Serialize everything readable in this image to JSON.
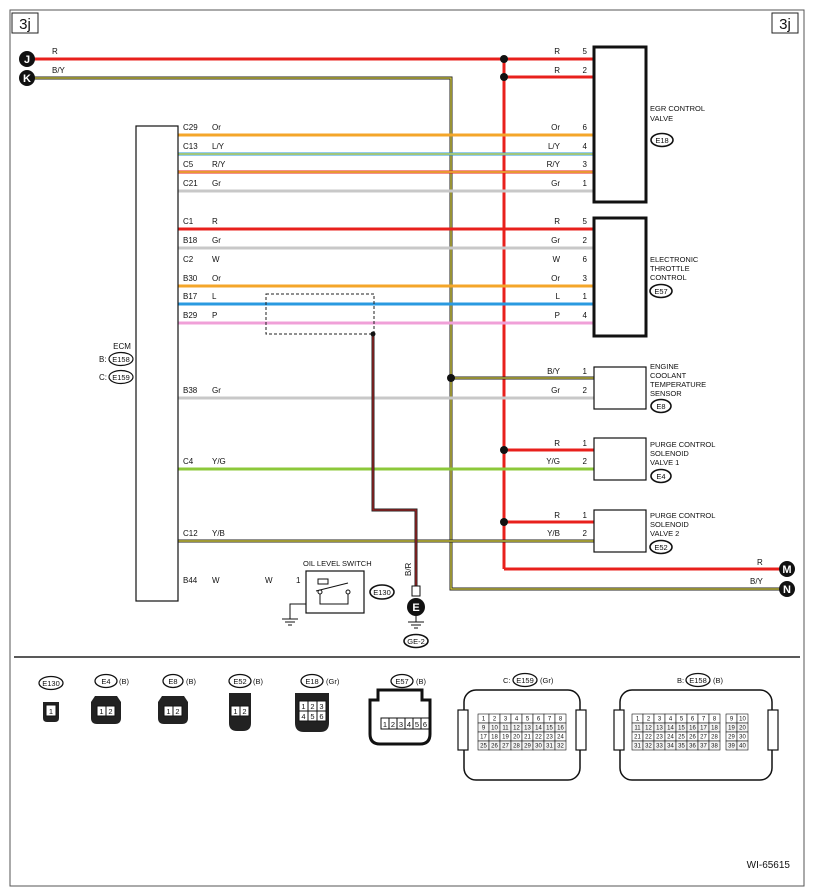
{
  "page_tag": "3j",
  "figure_id": "WI-65615",
  "colors": {
    "R": "#e8201c",
    "B/Y": "#d8d040",
    "Or": "#f4a62a",
    "L/Y": "#8fd0c8",
    "R/Y": "#f4a62a",
    "Gr": "#c8c8c8",
    "W": "#ffffff",
    "L": "#2a9ae0",
    "P": "#f0a0d8",
    "Y/G": "#8cc83a",
    "Y/B": "#e8e040",
    "B/R": "#a02020"
  },
  "connectors": {
    "J": "J",
    "K": "K",
    "M": "M",
    "N": "N",
    "J_wire": "R",
    "K_wire": "B/Y",
    "M_wire": "R",
    "N_wire": "B/Y"
  },
  "ecm": {
    "title": "ECM",
    "b_label": "B:",
    "b_conn": "E158",
    "c_label": "C:",
    "c_conn": "E159"
  },
  "ecm_pins": [
    {
      "pin": "C29",
      "wire": "Or"
    },
    {
      "pin": "C13",
      "wire": "L/Y"
    },
    {
      "pin": "C5",
      "wire": "R/Y"
    },
    {
      "pin": "C21",
      "wire": "Gr"
    },
    {
      "pin": "C1",
      "wire": "R"
    },
    {
      "pin": "B18",
      "wire": "Gr"
    },
    {
      "pin": "C2",
      "wire": "W"
    },
    {
      "pin": "B30",
      "wire": "Or"
    },
    {
      "pin": "B17",
      "wire": "L"
    },
    {
      "pin": "B29",
      "wire": "P"
    },
    {
      "pin": "B38",
      "wire": "Gr"
    },
    {
      "pin": "C4",
      "wire": "Y/G"
    },
    {
      "pin": "C12",
      "wire": "Y/B"
    },
    {
      "pin": "B44",
      "wire": "W"
    }
  ],
  "components": {
    "egr": {
      "name1": "EGR CONTROL",
      "name2": "VALVE",
      "conn": "E18",
      "pins": [
        {
          "w": "R",
          "p": "5"
        },
        {
          "w": "R",
          "p": "2"
        },
        {
          "w": "Or",
          "p": "6"
        },
        {
          "w": "L/Y",
          "p": "4"
        },
        {
          "w": "R/Y",
          "p": "3"
        },
        {
          "w": "Gr",
          "p": "1"
        }
      ]
    },
    "etc": {
      "name1": "ELECTRONIC",
      "name2": "THROTTLE",
      "name3": "CONTROL",
      "conn": "E57",
      "pins": [
        {
          "w": "R",
          "p": "5"
        },
        {
          "w": "Gr",
          "p": "2"
        },
        {
          "w": "W",
          "p": "6"
        },
        {
          "w": "Or",
          "p": "3"
        },
        {
          "w": "L",
          "p": "1"
        },
        {
          "w": "P",
          "p": "4"
        }
      ]
    },
    "ect": {
      "name1": "ENGINE",
      "name2": "COOLANT",
      "name3": "TEMPERATURE",
      "name4": "SENSOR",
      "conn": "E8",
      "pins": [
        {
          "w": "B/Y",
          "p": "1"
        },
        {
          "w": "Gr",
          "p": "2"
        }
      ]
    },
    "pcsv1": {
      "name1": "PURGE CONTROL",
      "name2": "SOLENOID",
      "name3": "VALVE 1",
      "conn": "E4",
      "pins": [
        {
          "w": "R",
          "p": "1"
        },
        {
          "w": "Y/G",
          "p": "2"
        }
      ]
    },
    "pcsv2": {
      "name1": "PURGE CONTROL",
      "name2": "SOLENOID",
      "name3": "VALVE 2",
      "conn": "E52",
      "pins": [
        {
          "w": "R",
          "p": "1"
        },
        {
          "w": "Y/B",
          "p": "2"
        }
      ]
    },
    "ols": {
      "name": "OIL LEVEL SWITCH",
      "conn": "E130",
      "wire": "W",
      "pin": "1"
    },
    "ground": {
      "wire": "B/R",
      "label": "E",
      "conn": "GE-2"
    }
  },
  "connector_views": {
    "e130": {
      "code": "E130",
      "color": "",
      "pins": [
        "1"
      ]
    },
    "e4": {
      "code": "E4",
      "color": "(B)",
      "pins": [
        "1",
        "2"
      ]
    },
    "e8": {
      "code": "E8",
      "color": "(B)",
      "pins": [
        "1",
        "2"
      ]
    },
    "e52": {
      "code": "E52",
      "color": "(B)",
      "pins": [
        "1",
        "2"
      ]
    },
    "e18": {
      "code": "E18",
      "color": "(Gr)",
      "pins": [
        "1",
        "2",
        "3",
        "4",
        "5",
        "6"
      ]
    },
    "e57": {
      "code": "E57",
      "color": "(B)",
      "pins": [
        "1",
        "2",
        "3",
        "4",
        "5",
        "6"
      ]
    },
    "e159": {
      "prefix": "C:",
      "code": "E159",
      "color": "(Gr)"
    },
    "e158": {
      "prefix": "B:",
      "code": "E158",
      "color": "(B)"
    }
  }
}
